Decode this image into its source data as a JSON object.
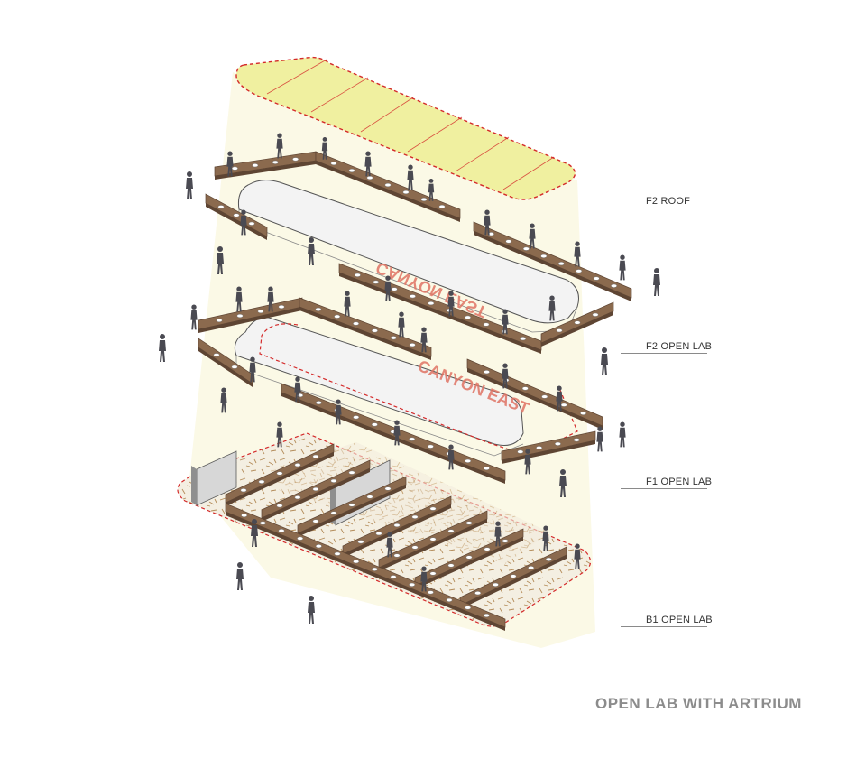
{
  "diagram": {
    "title": "OPEN LAB WITH ARTRIUM",
    "levels": [
      {
        "id": "f2-roof",
        "label": "F2 ROOF"
      },
      {
        "id": "f2-open-lab",
        "label": "F2 OPEN LAB"
      },
      {
        "id": "f1-open-lab",
        "label": "F1 OPEN LAB"
      },
      {
        "id": "b1-open-lab",
        "label": "B1 OPEN LAB"
      }
    ],
    "signage": {
      "f2": "CANYON EAST",
      "f1": "CANYON EAST"
    }
  },
  "colors": {
    "roof_fill": "#f0f0a0",
    "light_shaft": "#fbf9e6",
    "boundary_dash": "#d42a2a",
    "desk_wood": "#8b6a4e",
    "desk_wood_dark": "#5e4533",
    "figure": "#4a4a52",
    "floor_speckle": "#f4efe2",
    "wall_grey": "#8f8f8f"
  }
}
